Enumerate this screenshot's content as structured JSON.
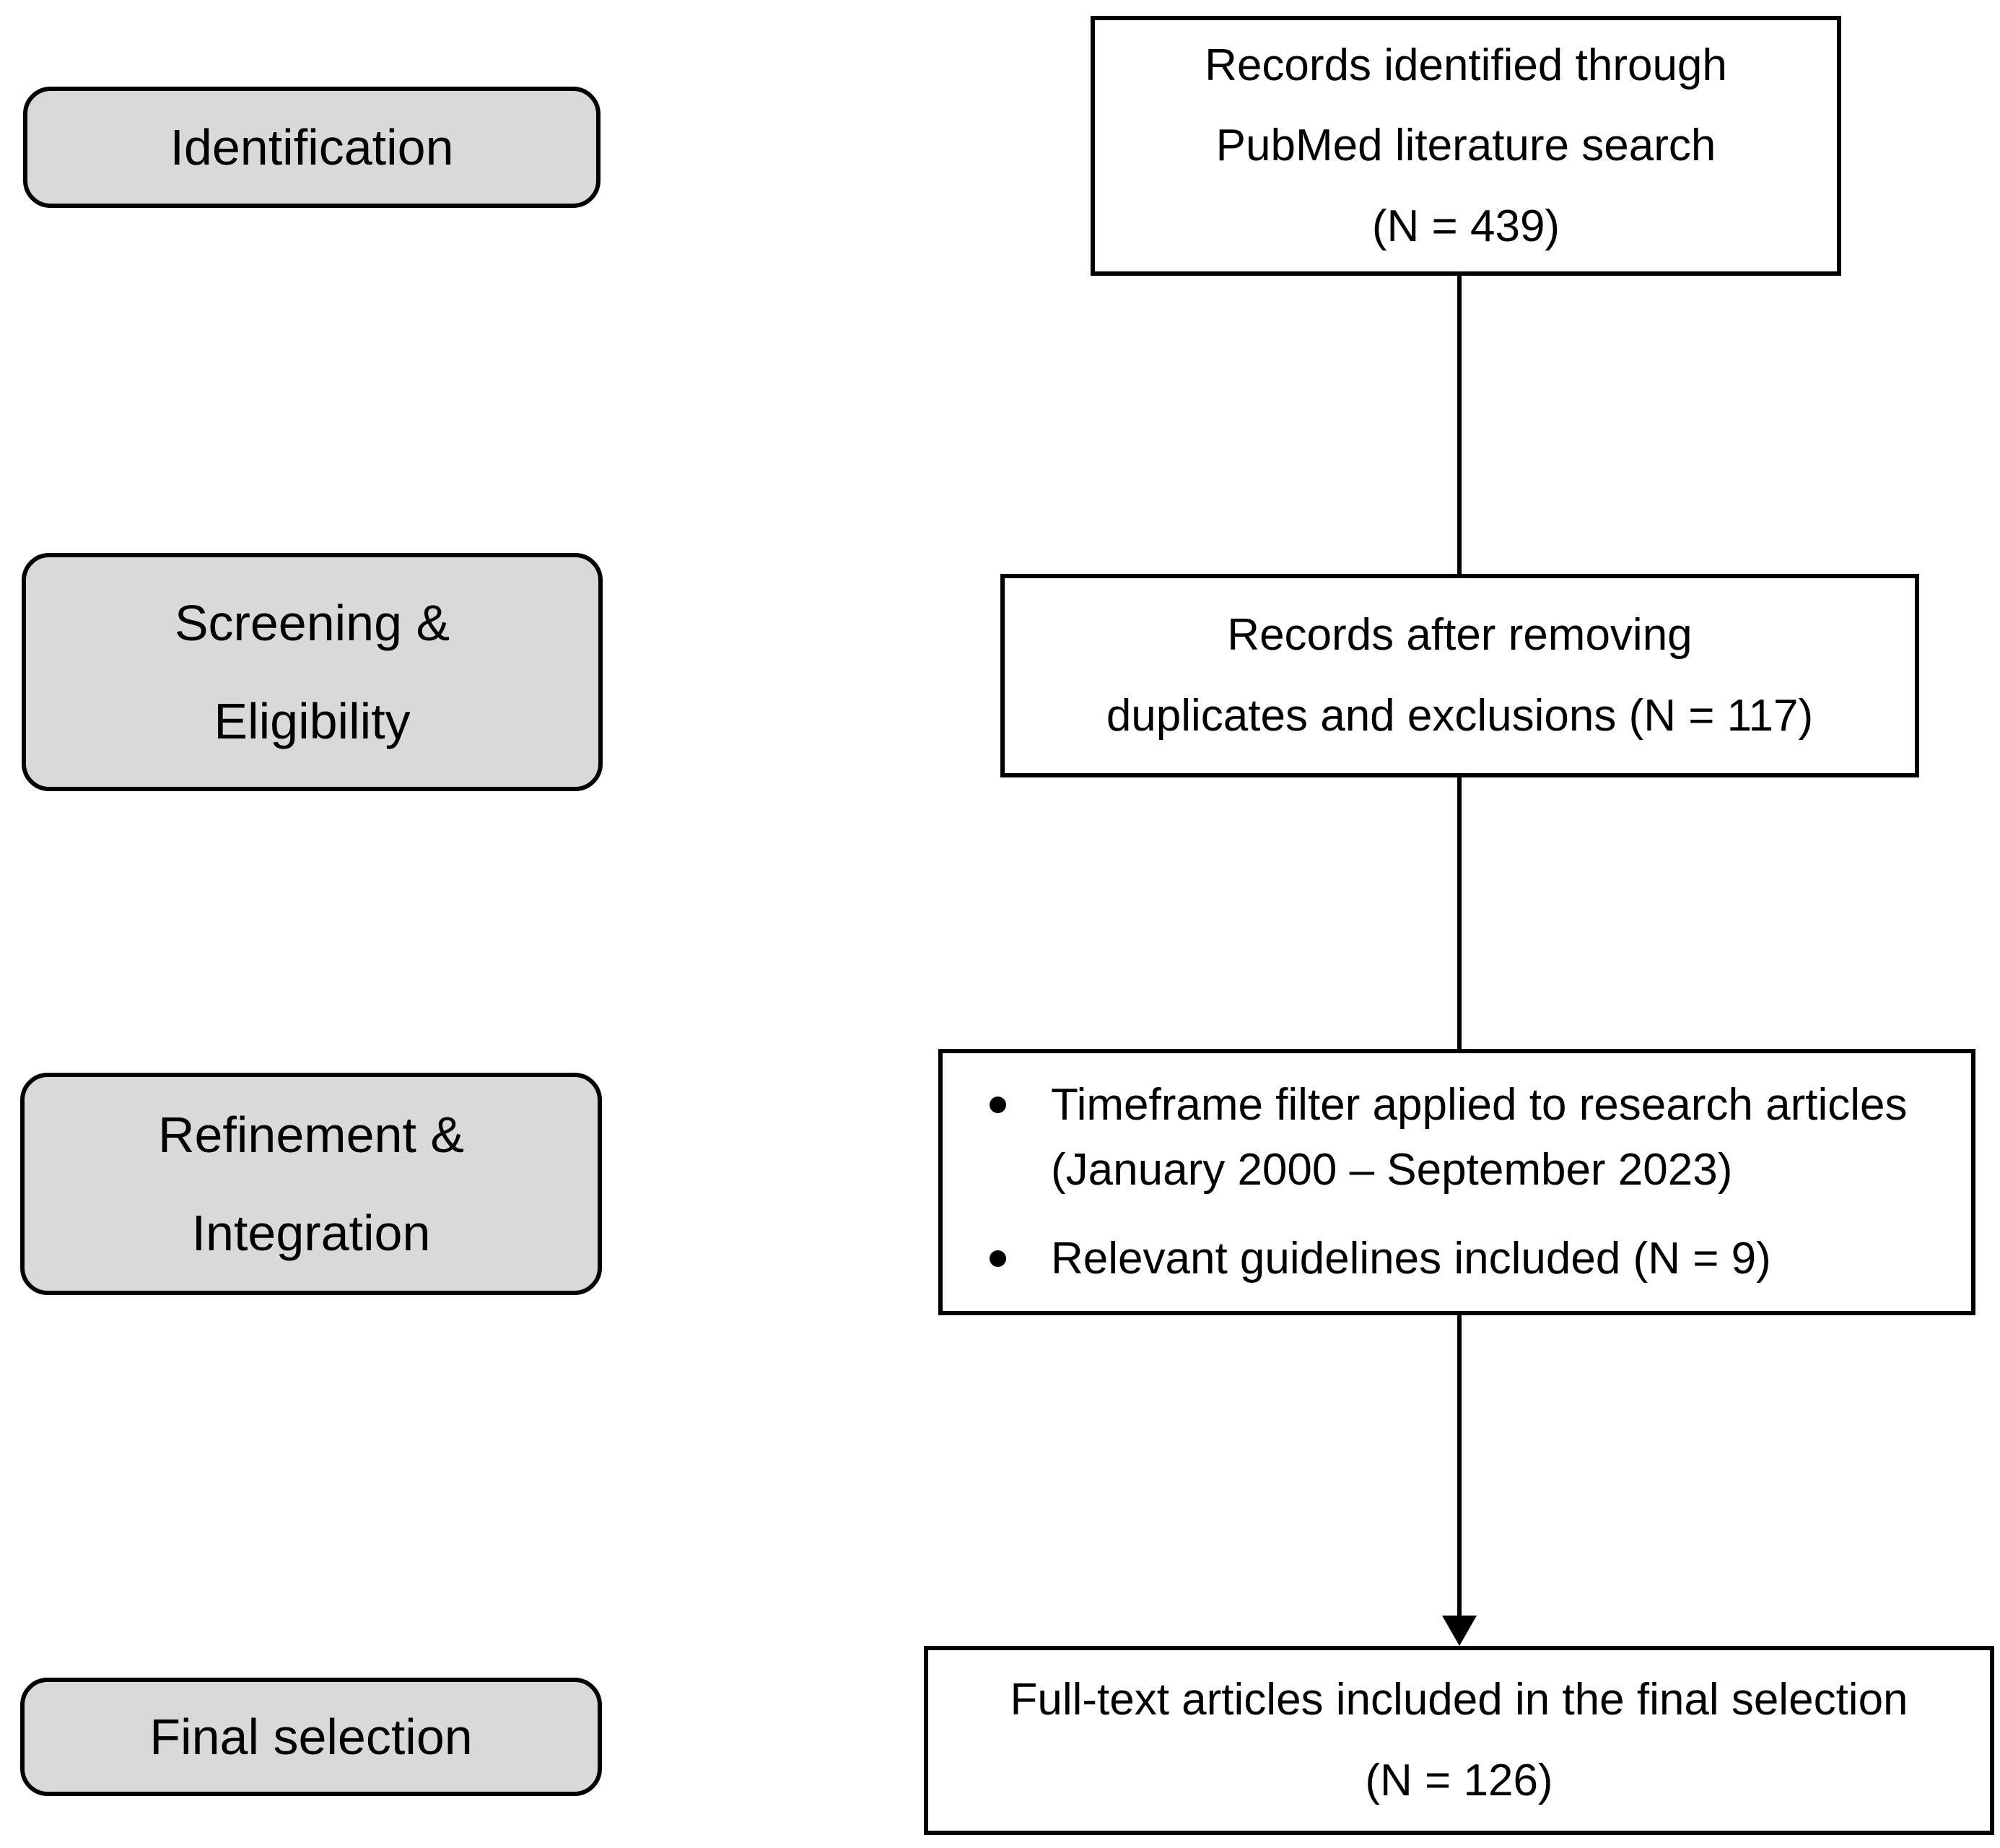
{
  "colors": {
    "stage_fill": "#d9d9d9",
    "border": "#000000",
    "text": "#000000",
    "background": "#ffffff"
  },
  "stages": [
    {
      "label": "Identification"
    },
    {
      "label": "Screening &\nEligibility"
    },
    {
      "label": "Refinement &\nIntegration"
    },
    {
      "label": "Final selection"
    }
  ],
  "steps": [
    {
      "text": "Records identified through\nPubMed literature search\n(N = 439)"
    },
    {
      "text": "Records after removing\nduplicates and exclusions (N = 117)"
    },
    {
      "bullets": [
        "Timeframe filter applied to research articles\n(January 2000 – September 2023)",
        "Relevant guidelines included (N = 9)"
      ]
    },
    {
      "text": "Full-text articles included in the final selection\n(N = 126)"
    }
  ],
  "counts": {
    "records_identified": 439,
    "records_after_removal": 117,
    "guidelines_included": 9,
    "final_selection": 126
  }
}
